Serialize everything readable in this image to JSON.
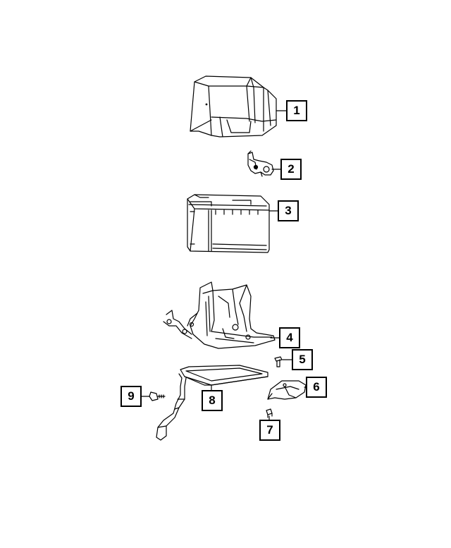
{
  "callouts": [
    {
      "id": "1",
      "label": "1",
      "part": "battery-cover"
    },
    {
      "id": "2",
      "label": "2",
      "part": "battery-terminal-sensor"
    },
    {
      "id": "3",
      "label": "3",
      "part": "battery"
    },
    {
      "id": "4",
      "label": "4",
      "part": "battery-tray"
    },
    {
      "id": "5",
      "label": "5",
      "part": "bolt"
    },
    {
      "id": "6",
      "label": "6",
      "part": "hold-down-bracket"
    },
    {
      "id": "7",
      "label": "7",
      "part": "nut"
    },
    {
      "id": "8",
      "label": "8",
      "part": "tray-frame"
    },
    {
      "id": "9",
      "label": "9",
      "part": "screw"
    }
  ],
  "colors": {
    "line": "#000000",
    "background": "#ffffff"
  }
}
